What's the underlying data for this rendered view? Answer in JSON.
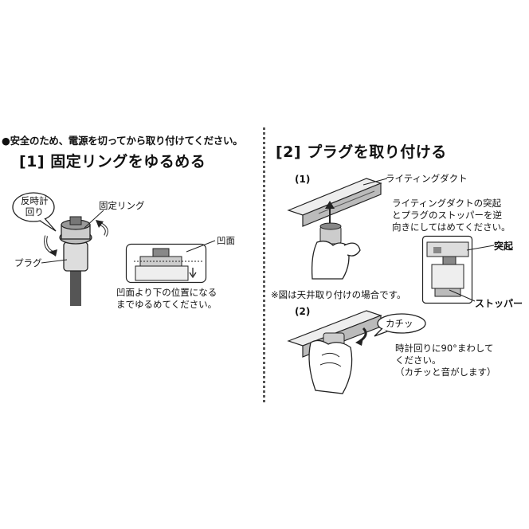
{
  "safety_note": "●安全のため、電源を切ってから取り付けてください。",
  "step1": {
    "title": "[1] 固定リングをゆるめる",
    "label_counterclockwise": "反時計\n回り",
    "label_ring": "固定リング",
    "label_plug": "プラグ",
    "label_recess": "凹面",
    "instruction": "凹面より下の位置になる\nまでゆるめてください。"
  },
  "step2": {
    "title": "[2] プラグを取り付ける",
    "sub1": {
      "number": "(1)",
      "label_duct": "ライティングダクト",
      "instruction": "ライティングダクトの突起\nとプラグのストッパーを逆\n向きにしてはめてください。",
      "label_protrusion": "突起",
      "label_stopper": "ストッパー",
      "note": "※図は天井取り付けの場合です。"
    },
    "sub2": {
      "number": "(2)",
      "label_click": "カチッ",
      "instruction": "時計回りに90°まわして\nください。\n（カチッと音がします）"
    }
  }
}
